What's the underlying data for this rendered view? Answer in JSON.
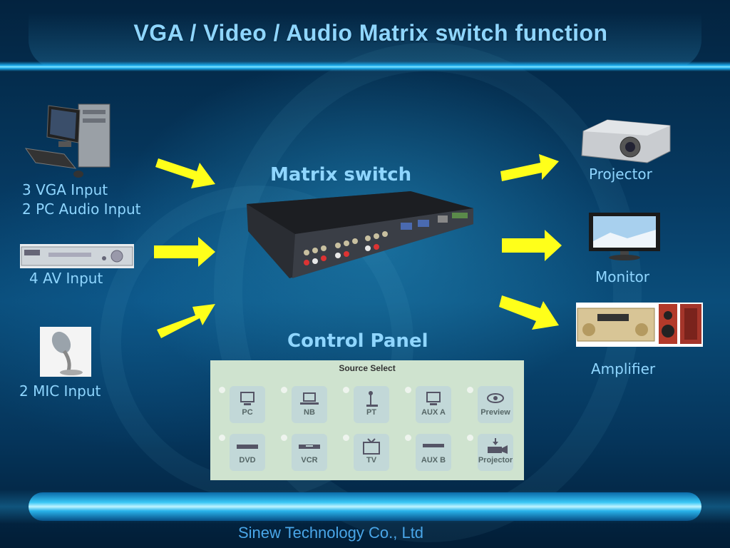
{
  "slide": {
    "title": "VGA / Video / Audio  Matrix switch function",
    "footer": "Sinew Technology Co., Ltd"
  },
  "inputs": {
    "vga_line1": "3 VGA Input",
    "vga_line2": "2 PC Audio Input",
    "av": "4 AV Input",
    "mic": "2 MIC Input"
  },
  "center": {
    "matrix_label": "Matrix switch",
    "control_label": "Control Panel"
  },
  "outputs": {
    "projector": "Projector",
    "monitor": "Monitor",
    "amplifier": "Amplifier"
  },
  "control_panel": {
    "title": "Source Select",
    "row1": [
      {
        "label": "PC",
        "icon": "monitor-icon"
      },
      {
        "label": "NB",
        "icon": "laptop-icon"
      },
      {
        "label": "PT",
        "icon": "podium-icon"
      },
      {
        "label": "AUX A",
        "icon": "monitor-icon"
      },
      {
        "label": "Preview",
        "icon": "eye-icon"
      }
    ],
    "row2": [
      {
        "label": "DVD",
        "icon": "disc-player-icon"
      },
      {
        "label": "VCR",
        "icon": "vcr-icon"
      },
      {
        "label": "TV",
        "icon": "tv-icon"
      },
      {
        "label": "AUX B",
        "icon": "aux-device-icon"
      },
      {
        "label": "Projector",
        "icon": "projector-icon"
      }
    ]
  },
  "colors": {
    "label": "#8fd6ff",
    "arrow": "#ffff1a",
    "footer": "#4aa6e8",
    "panel": "#cfe3cf"
  }
}
